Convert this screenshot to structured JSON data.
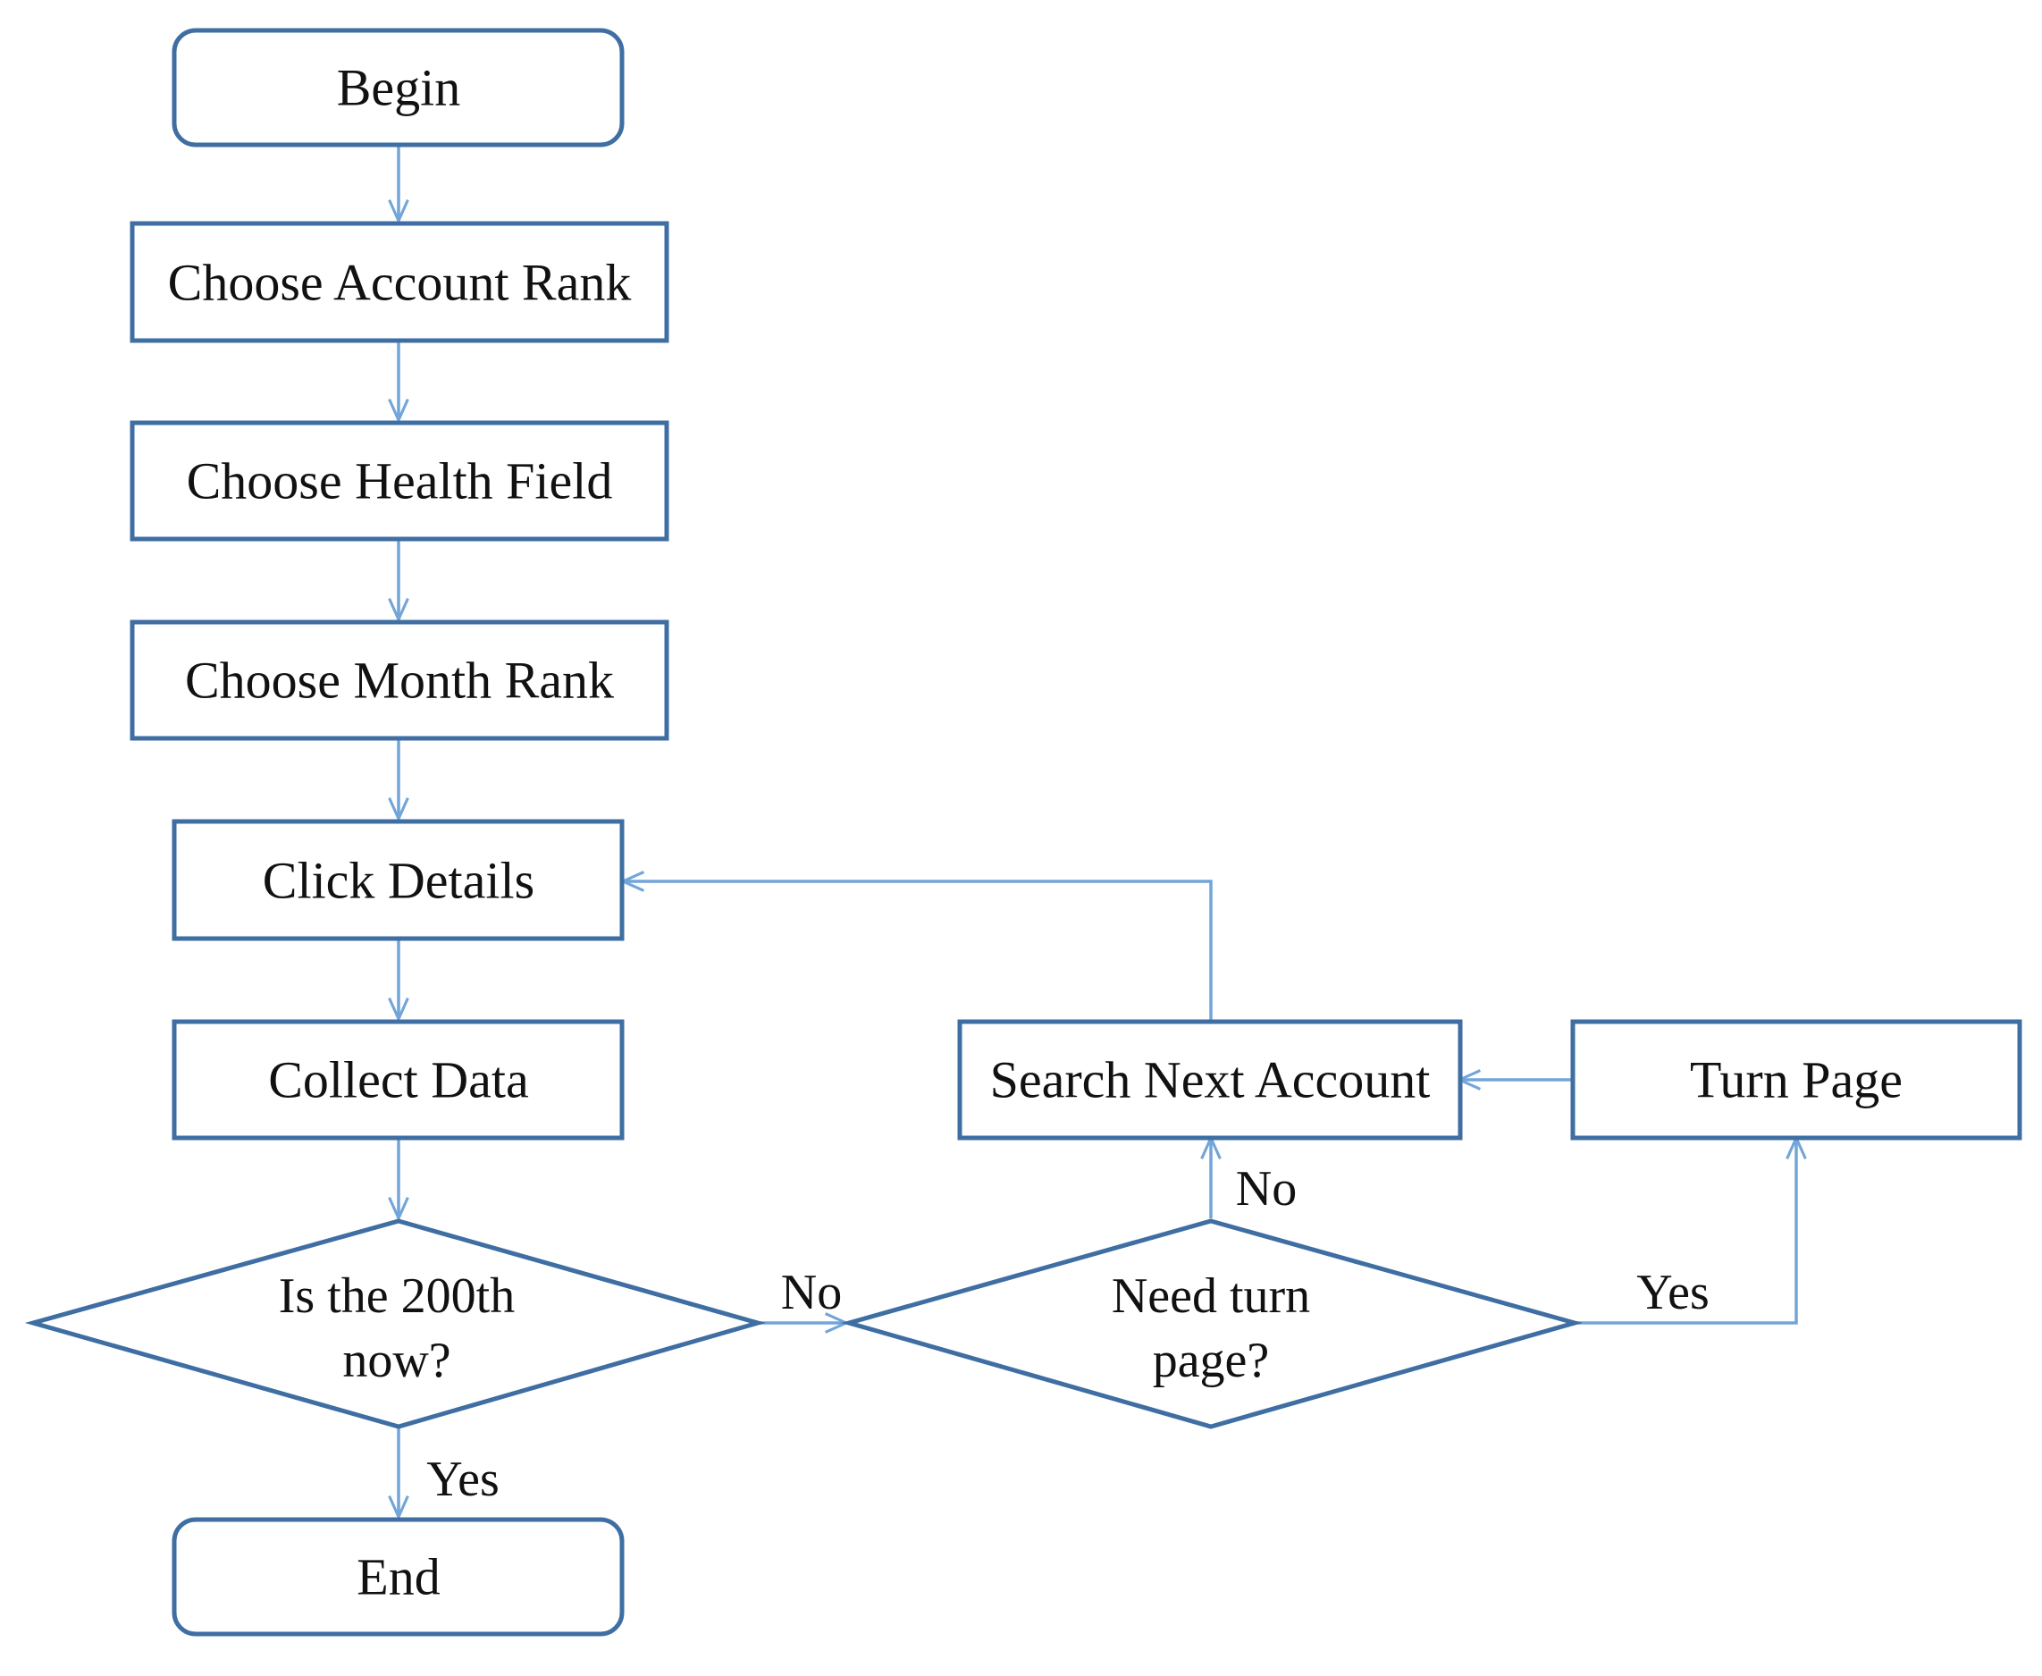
{
  "colors": {
    "box_stroke": "#3f6ea3",
    "connector": "#72a5d8",
    "text": "#111111"
  },
  "nodes": {
    "begin": "Begin",
    "choose_account_rank": "Choose Account Rank",
    "choose_health_field": "Choose Health Field",
    "choose_month_rank": "Choose Month Rank",
    "click_details": "Click Details",
    "collect_data": "Collect Data",
    "is_200th_line1": "Is the 200th",
    "is_200th_line2": "now?",
    "end": "End",
    "need_turn_line1": "Need turn",
    "need_turn_line2": "page?",
    "search_next_account": "Search Next Account",
    "turn_page": "Turn Page"
  },
  "edges": {
    "no_to_need_turn": "No",
    "no_to_search_next": "No",
    "yes_to_turn_page": "Yes",
    "yes_to_end": "Yes"
  }
}
